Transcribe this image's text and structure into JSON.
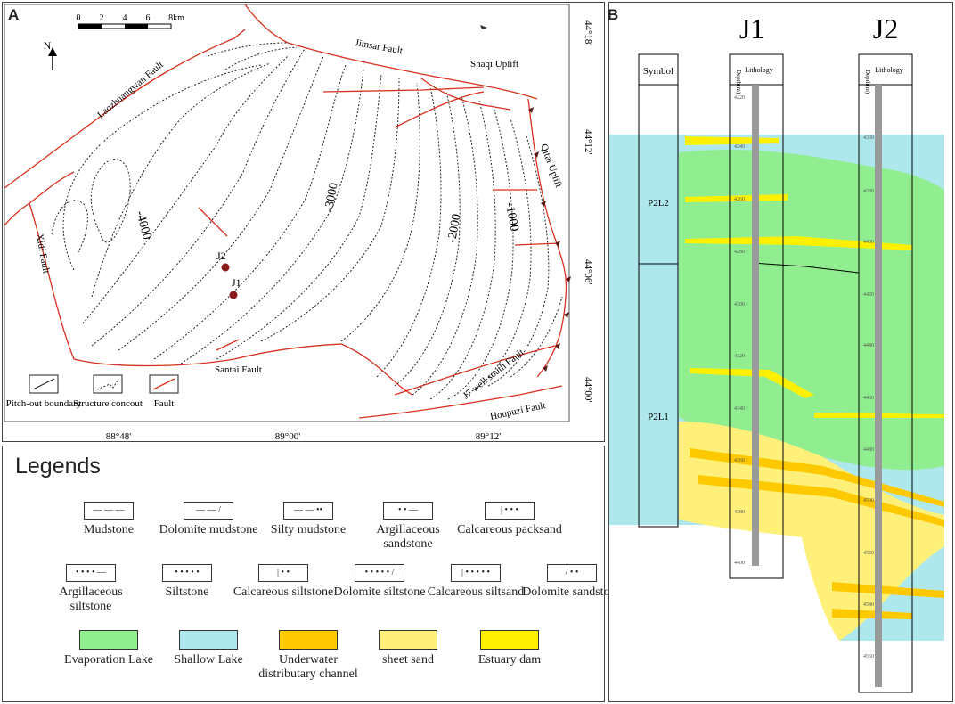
{
  "panels": {
    "map_label": "A",
    "section_label": "B"
  },
  "map": {
    "scale_ticks": [
      "0",
      "2",
      "4",
      "6",
      "8km"
    ],
    "north_label": "N",
    "lat_labels": [
      "44°18'",
      "44°12'",
      "44°06'",
      "44°00'"
    ],
    "lon_labels": [
      "88°48'",
      "89°00'",
      "89°12'"
    ],
    "faults": [
      "Laozhuangwan Fault",
      "Jimsar Fault",
      "Shaqi Uplift",
      "Qitai Uplift",
      "Xidi Fault",
      "Santai Fault",
      "J7 well south Fault",
      "Houpuzi Fault"
    ],
    "contours": [
      "-4000",
      "-3000",
      "-2000",
      "-1000"
    ],
    "wells": [
      "J2",
      "J1"
    ],
    "map_legend": [
      "Pitch-out boundary",
      "Structure concout",
      "Fault"
    ]
  },
  "legend": {
    "title": "Legends",
    "items": [
      {
        "name": "Mudstone",
        "pattern": "— — —",
        "fill": "#ffffff"
      },
      {
        "name": "Dolomite mudstone",
        "pattern": "— — /",
        "fill": "#ffffff"
      },
      {
        "name": "Silty mudstone",
        "pattern": "— — ••",
        "fill": "#ffffff"
      },
      {
        "name": "Argillaceous sandstone",
        "pattern": "•  •  —",
        "fill": "#ffffff"
      },
      {
        "name": "Calcareous packsand",
        "pattern": "| • • •",
        "fill": "#ffffff"
      },
      {
        "name": "Argillaceous siltstone",
        "pattern": "• • • • —",
        "fill": "#ffffff"
      },
      {
        "name": "Siltstone",
        "pattern": "• • • • •",
        "fill": "#ffffff"
      },
      {
        "name": "Calcareous siltstone",
        "pattern": "| •  •",
        "fill": "#ffffff"
      },
      {
        "name": "Dolomite siltstone",
        "pattern": "• • • • • /",
        "fill": "#ffffff"
      },
      {
        "name": "Calcareous siltsand",
        "pattern": "| • • • • •",
        "fill": "#ffffff"
      },
      {
        "name": "Dolomite sandstone",
        "pattern": "/  •  •",
        "fill": "#ffffff"
      },
      {
        "name": "Evaporation Lake",
        "pattern": "",
        "fill": "#90ee90"
      },
      {
        "name": "Shallow Lake",
        "pattern": "",
        "fill": "#aee8ec"
      },
      {
        "name": "Underwater distributary channel",
        "pattern": "",
        "fill": "#ffc900"
      },
      {
        "name": "sheet sand",
        "pattern": "",
        "fill": "#fff07a"
      },
      {
        "name": "Estuary dam",
        "pattern": "",
        "fill": "#fff000"
      }
    ]
  },
  "section": {
    "wells": [
      "J1",
      "J2"
    ],
    "symbol_header": "Symbol",
    "depth_header": "Depth(m)",
    "lithology_header": "Lithology",
    "units": [
      "P2L2",
      "P2L1"
    ],
    "j1_depths": [
      "4220",
      "4240",
      "4260",
      "4280",
      "4300",
      "4320",
      "4340",
      "4360",
      "4380",
      "4400"
    ],
    "j2_depths": [
      "4360",
      "4380",
      "4400",
      "4420",
      "4440",
      "4460",
      "4480",
      "4500",
      "4520",
      "4540",
      "4560"
    ]
  },
  "colors": {
    "fault": "#d9301e",
    "shallow_lake": "#aee8ec",
    "evaporation_lake": "#90ee90",
    "sheet_sand": "#fff07a",
    "channel": "#ffc900",
    "estuary_dam": "#fff000",
    "well": "#8b1a1a"
  }
}
